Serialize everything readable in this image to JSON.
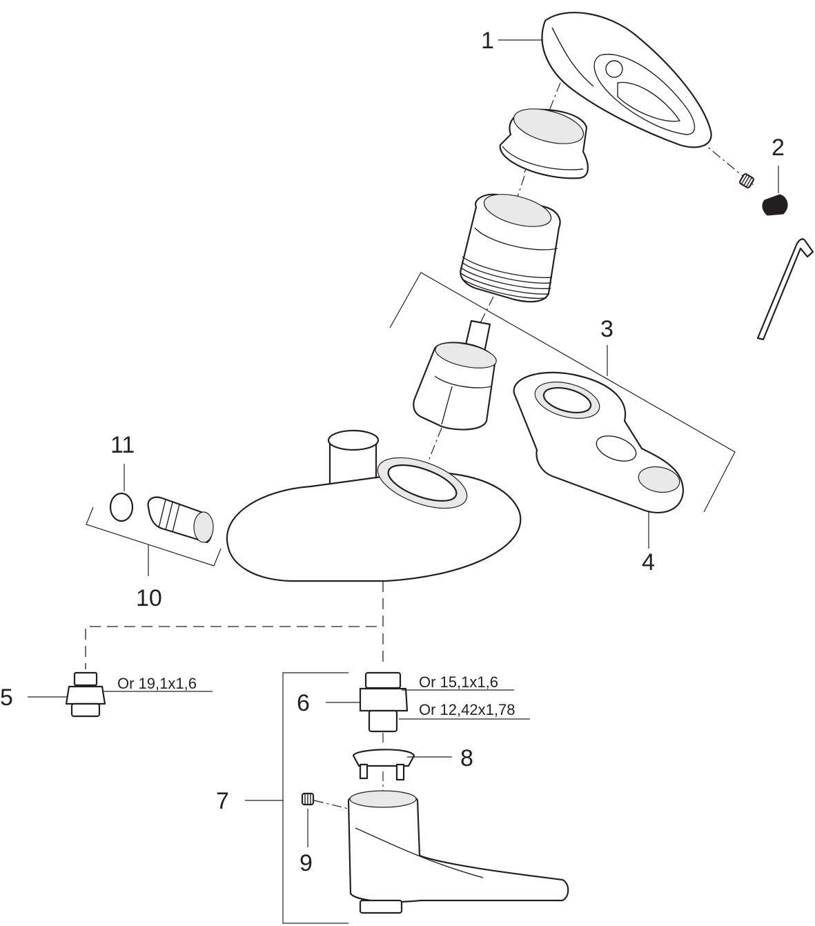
{
  "callouts": {
    "c1": "1",
    "c2": "2",
    "c3": "3",
    "c4": "4",
    "c5": "5",
    "c6": "6",
    "c7": "7",
    "c8": "8",
    "c9": "9",
    "c10": "10",
    "c11": "11"
  },
  "specs": {
    "oring_5": "Or 19,1x1,6",
    "oring_6_top": "Or 15,1x1,6",
    "oring_6_bottom": "Or 12,42x1,78"
  },
  "colors": {
    "ink": "#231f20",
    "paper": "#ffffff",
    "shade": "#e8e8e8"
  }
}
